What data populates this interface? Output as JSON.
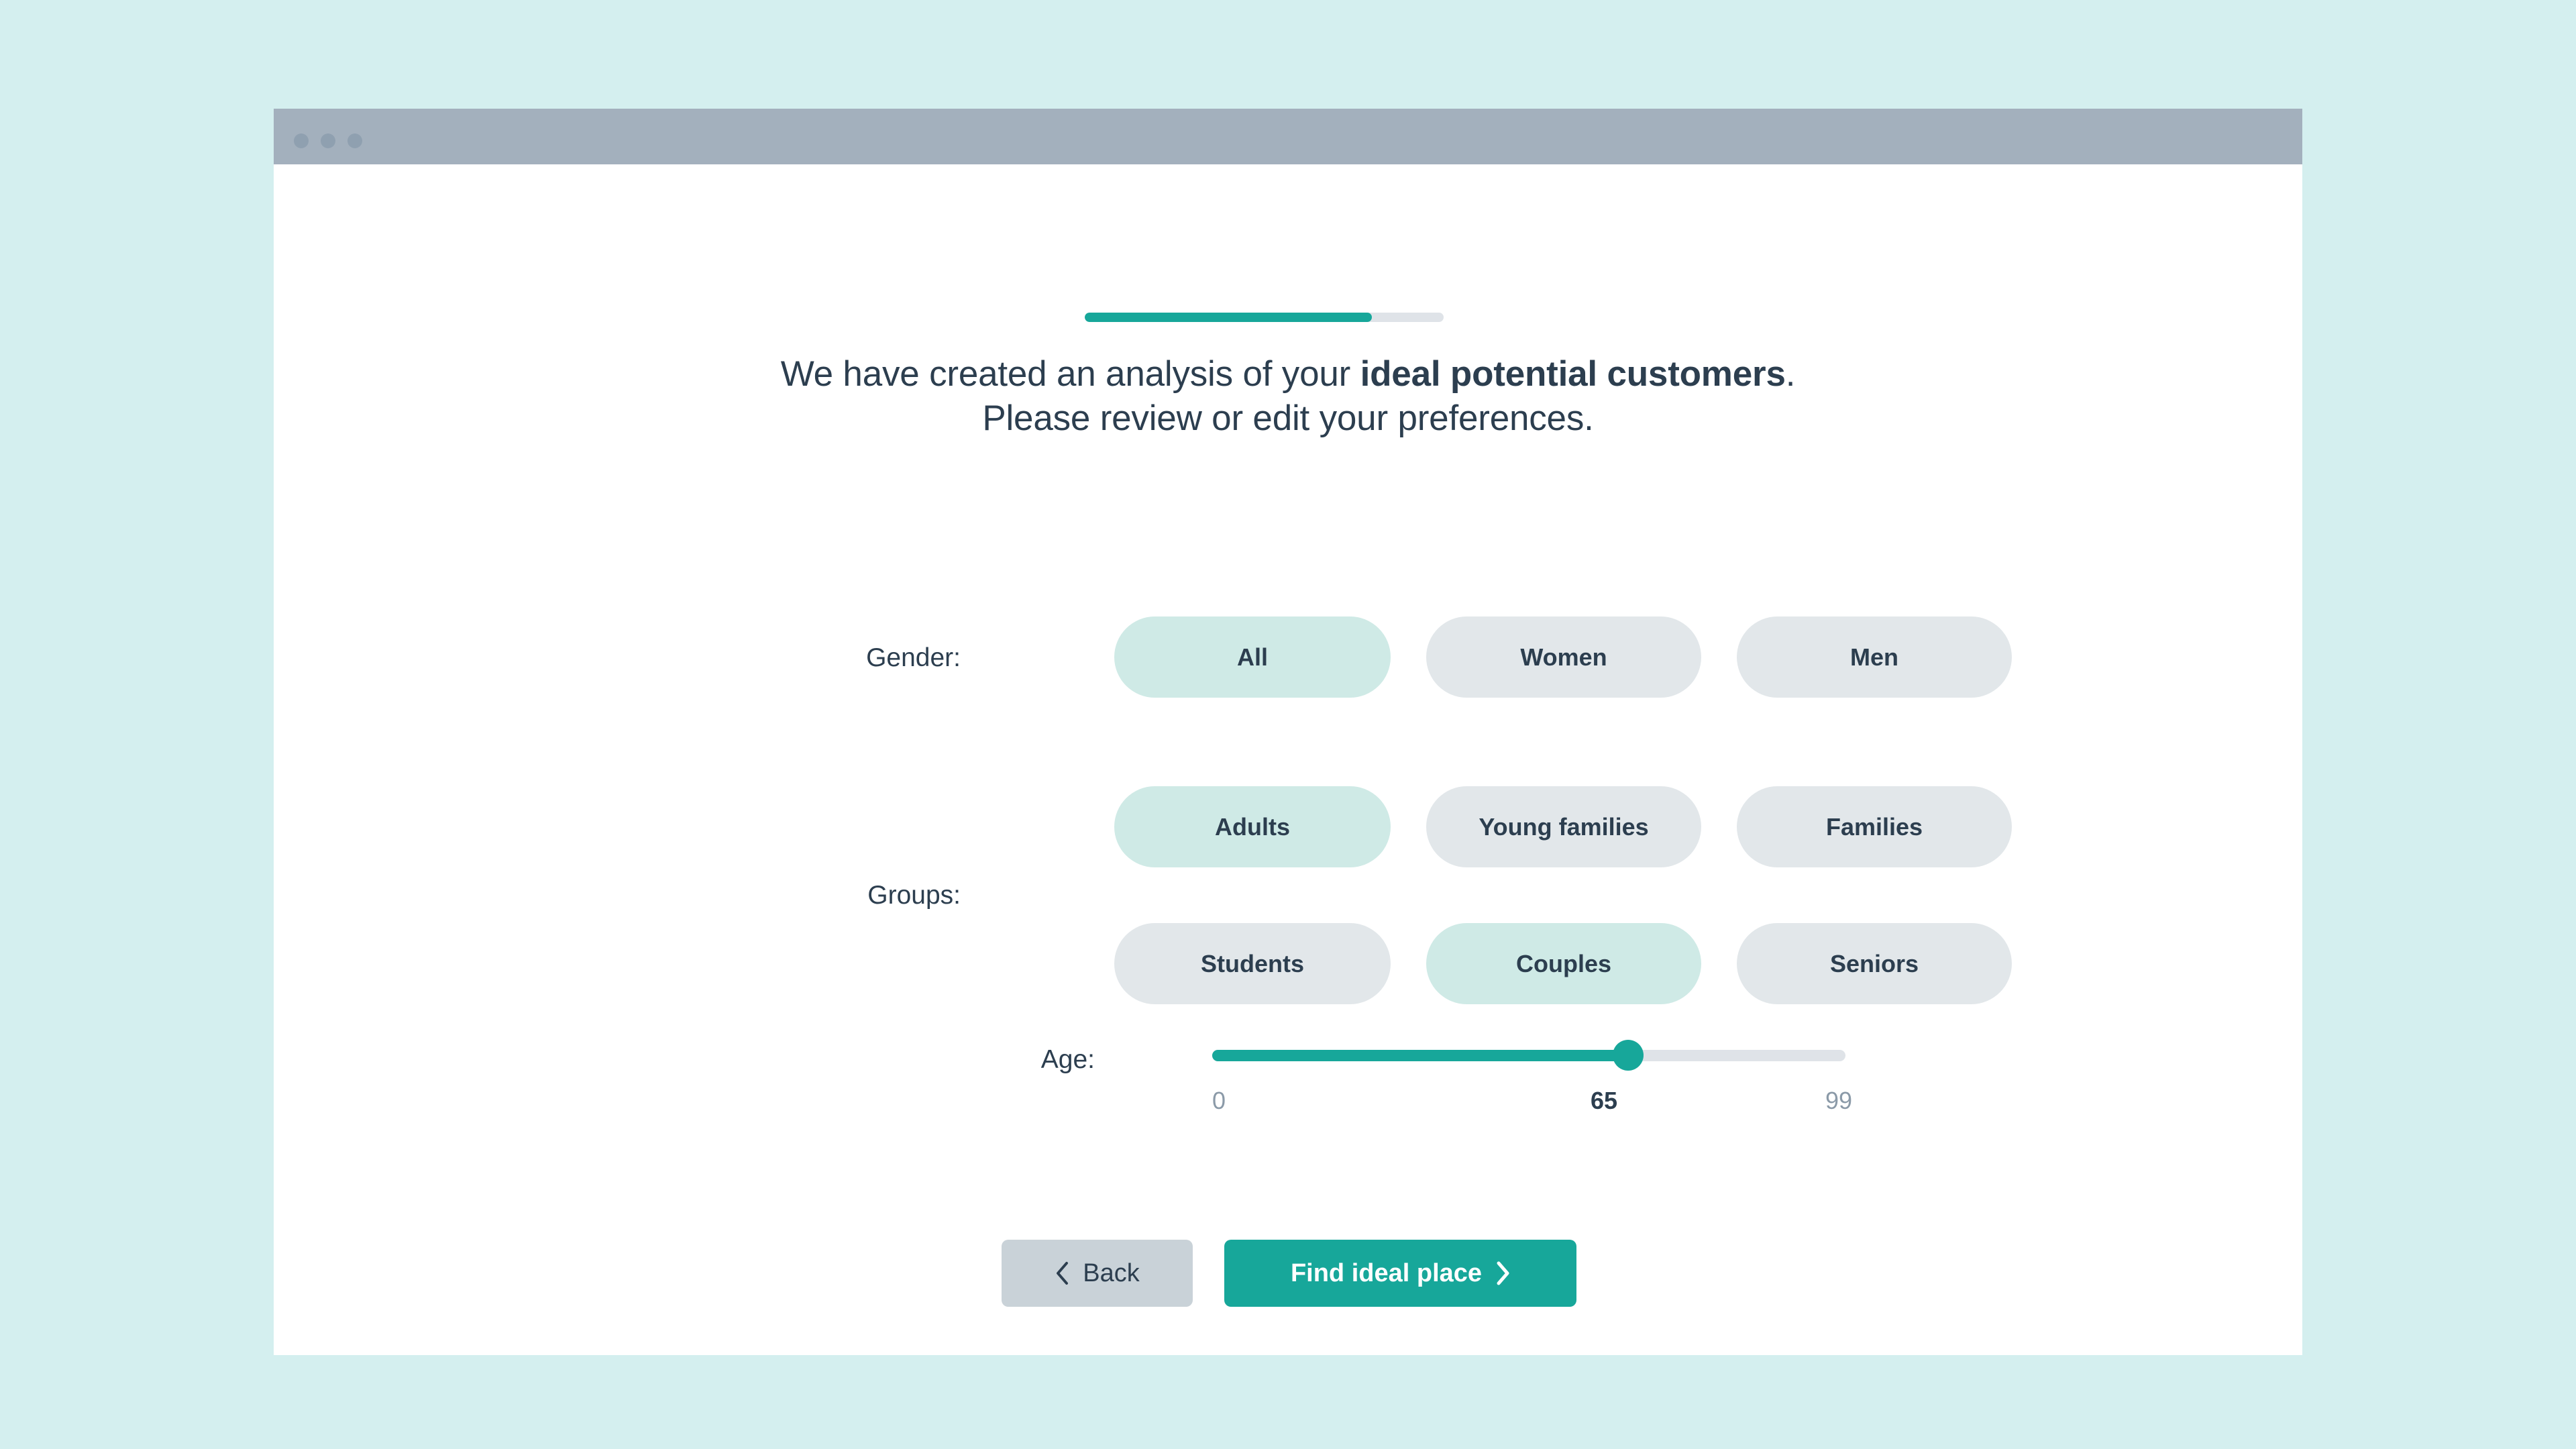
{
  "window": {
    "traffic_lights": [
      "close-dot",
      "minimize-dot",
      "maximize-dot"
    ]
  },
  "progress": {
    "percent": 80,
    "value_label": "80"
  },
  "headline": {
    "line1_prefix": "We have created an analysis of your ",
    "line1_emphasis": "ideal potential customers",
    "line1_suffix": ".",
    "line2": "Please review or edit your preferences."
  },
  "gender": {
    "label": "Gender:",
    "options": [
      {
        "label": "All",
        "selected": true
      },
      {
        "label": "Women",
        "selected": false
      },
      {
        "label": "Men",
        "selected": false
      }
    ]
  },
  "groups": {
    "label": "Groups:",
    "options_row1": [
      {
        "label": "Adults",
        "selected": true
      },
      {
        "label": "Young families",
        "selected": false
      },
      {
        "label": "Families",
        "selected": false
      }
    ],
    "options_row2": [
      {
        "label": "Students",
        "selected": false
      },
      {
        "label": "Couples",
        "selected": true
      },
      {
        "label": "Seniors",
        "selected": false
      }
    ]
  },
  "age": {
    "label": "Age:",
    "min": "0",
    "max": "99",
    "value": "65"
  },
  "footer": {
    "back_label": "Back",
    "find_label": "Find ideal place",
    "back_icon": "chevron-left-icon",
    "find_icon": "chevron-right-icon"
  },
  "colors": {
    "page_background": "#d4efef",
    "titlebar": "#a3b0bd",
    "accent_teal": "#17a79a",
    "pill_selected": "#cfeae6",
    "pill_unselected": "#e2e7ea",
    "text_dark": "#2c3e4f",
    "text_muted": "#8b9aa8",
    "track_grey": "#dfe3e8",
    "back_button": "#c9d2d8"
  }
}
